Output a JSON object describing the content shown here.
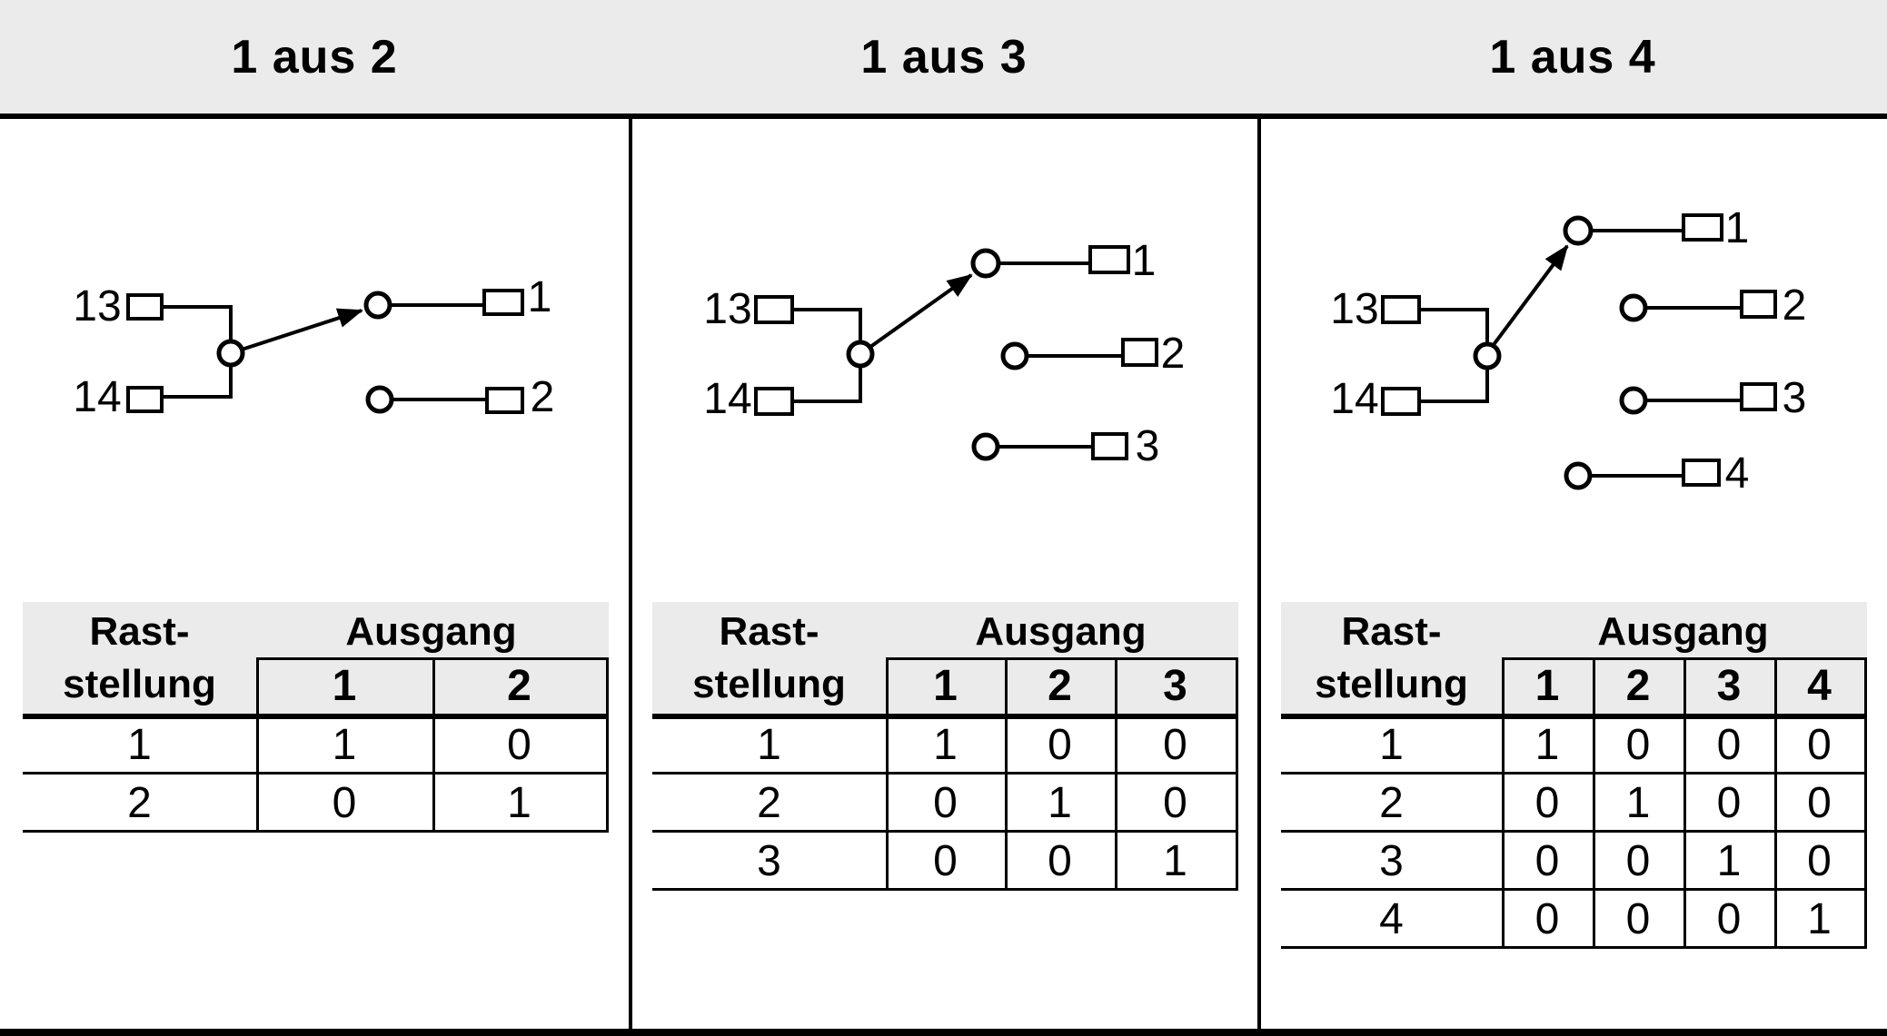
{
  "colors": {
    "band_bg": "#ebebeb",
    "table_header_bg": "#ebebeb",
    "ink": "#000000",
    "paper": "#ffffff"
  },
  "panels": [
    {
      "title": "1 aus 2",
      "diagram": {
        "terminal_13": "13",
        "terminal_14": "14",
        "outputs": [
          "1",
          "2"
        ],
        "selected_output": "1"
      },
      "table": {
        "row_header_line1": "Rast-",
        "row_header_line2": "stellung",
        "group_header": "Ausgang",
        "columns": [
          "1",
          "2"
        ],
        "rows": [
          {
            "position": "1",
            "values": [
              "1",
              "0"
            ]
          },
          {
            "position": "2",
            "values": [
              "0",
              "1"
            ]
          }
        ]
      }
    },
    {
      "title": "1 aus 3",
      "diagram": {
        "terminal_13": "13",
        "terminal_14": "14",
        "outputs": [
          "1",
          "2",
          "3"
        ],
        "selected_output": "1"
      },
      "table": {
        "row_header_line1": "Rast-",
        "row_header_line2": "stellung",
        "group_header": "Ausgang",
        "columns": [
          "1",
          "2",
          "3"
        ],
        "rows": [
          {
            "position": "1",
            "values": [
              "1",
              "0",
              "0"
            ]
          },
          {
            "position": "2",
            "values": [
              "0",
              "1",
              "0"
            ]
          },
          {
            "position": "3",
            "values": [
              "0",
              "0",
              "1"
            ]
          }
        ]
      }
    },
    {
      "title": "1 aus 4",
      "diagram": {
        "terminal_13": "13",
        "terminal_14": "14",
        "outputs": [
          "1",
          "2",
          "3",
          "4"
        ],
        "selected_output": "1"
      },
      "table": {
        "row_header_line1": "Rast-",
        "row_header_line2": "stellung",
        "group_header": "Ausgang",
        "columns": [
          "1",
          "2",
          "3",
          "4"
        ],
        "rows": [
          {
            "position": "1",
            "values": [
              "1",
              "0",
              "0",
              "0"
            ]
          },
          {
            "position": "2",
            "values": [
              "0",
              "1",
              "0",
              "0"
            ]
          },
          {
            "position": "3",
            "values": [
              "0",
              "0",
              "1",
              "0"
            ]
          },
          {
            "position": "4",
            "values": [
              "0",
              "0",
              "0",
              "1"
            ]
          }
        ]
      }
    }
  ]
}
